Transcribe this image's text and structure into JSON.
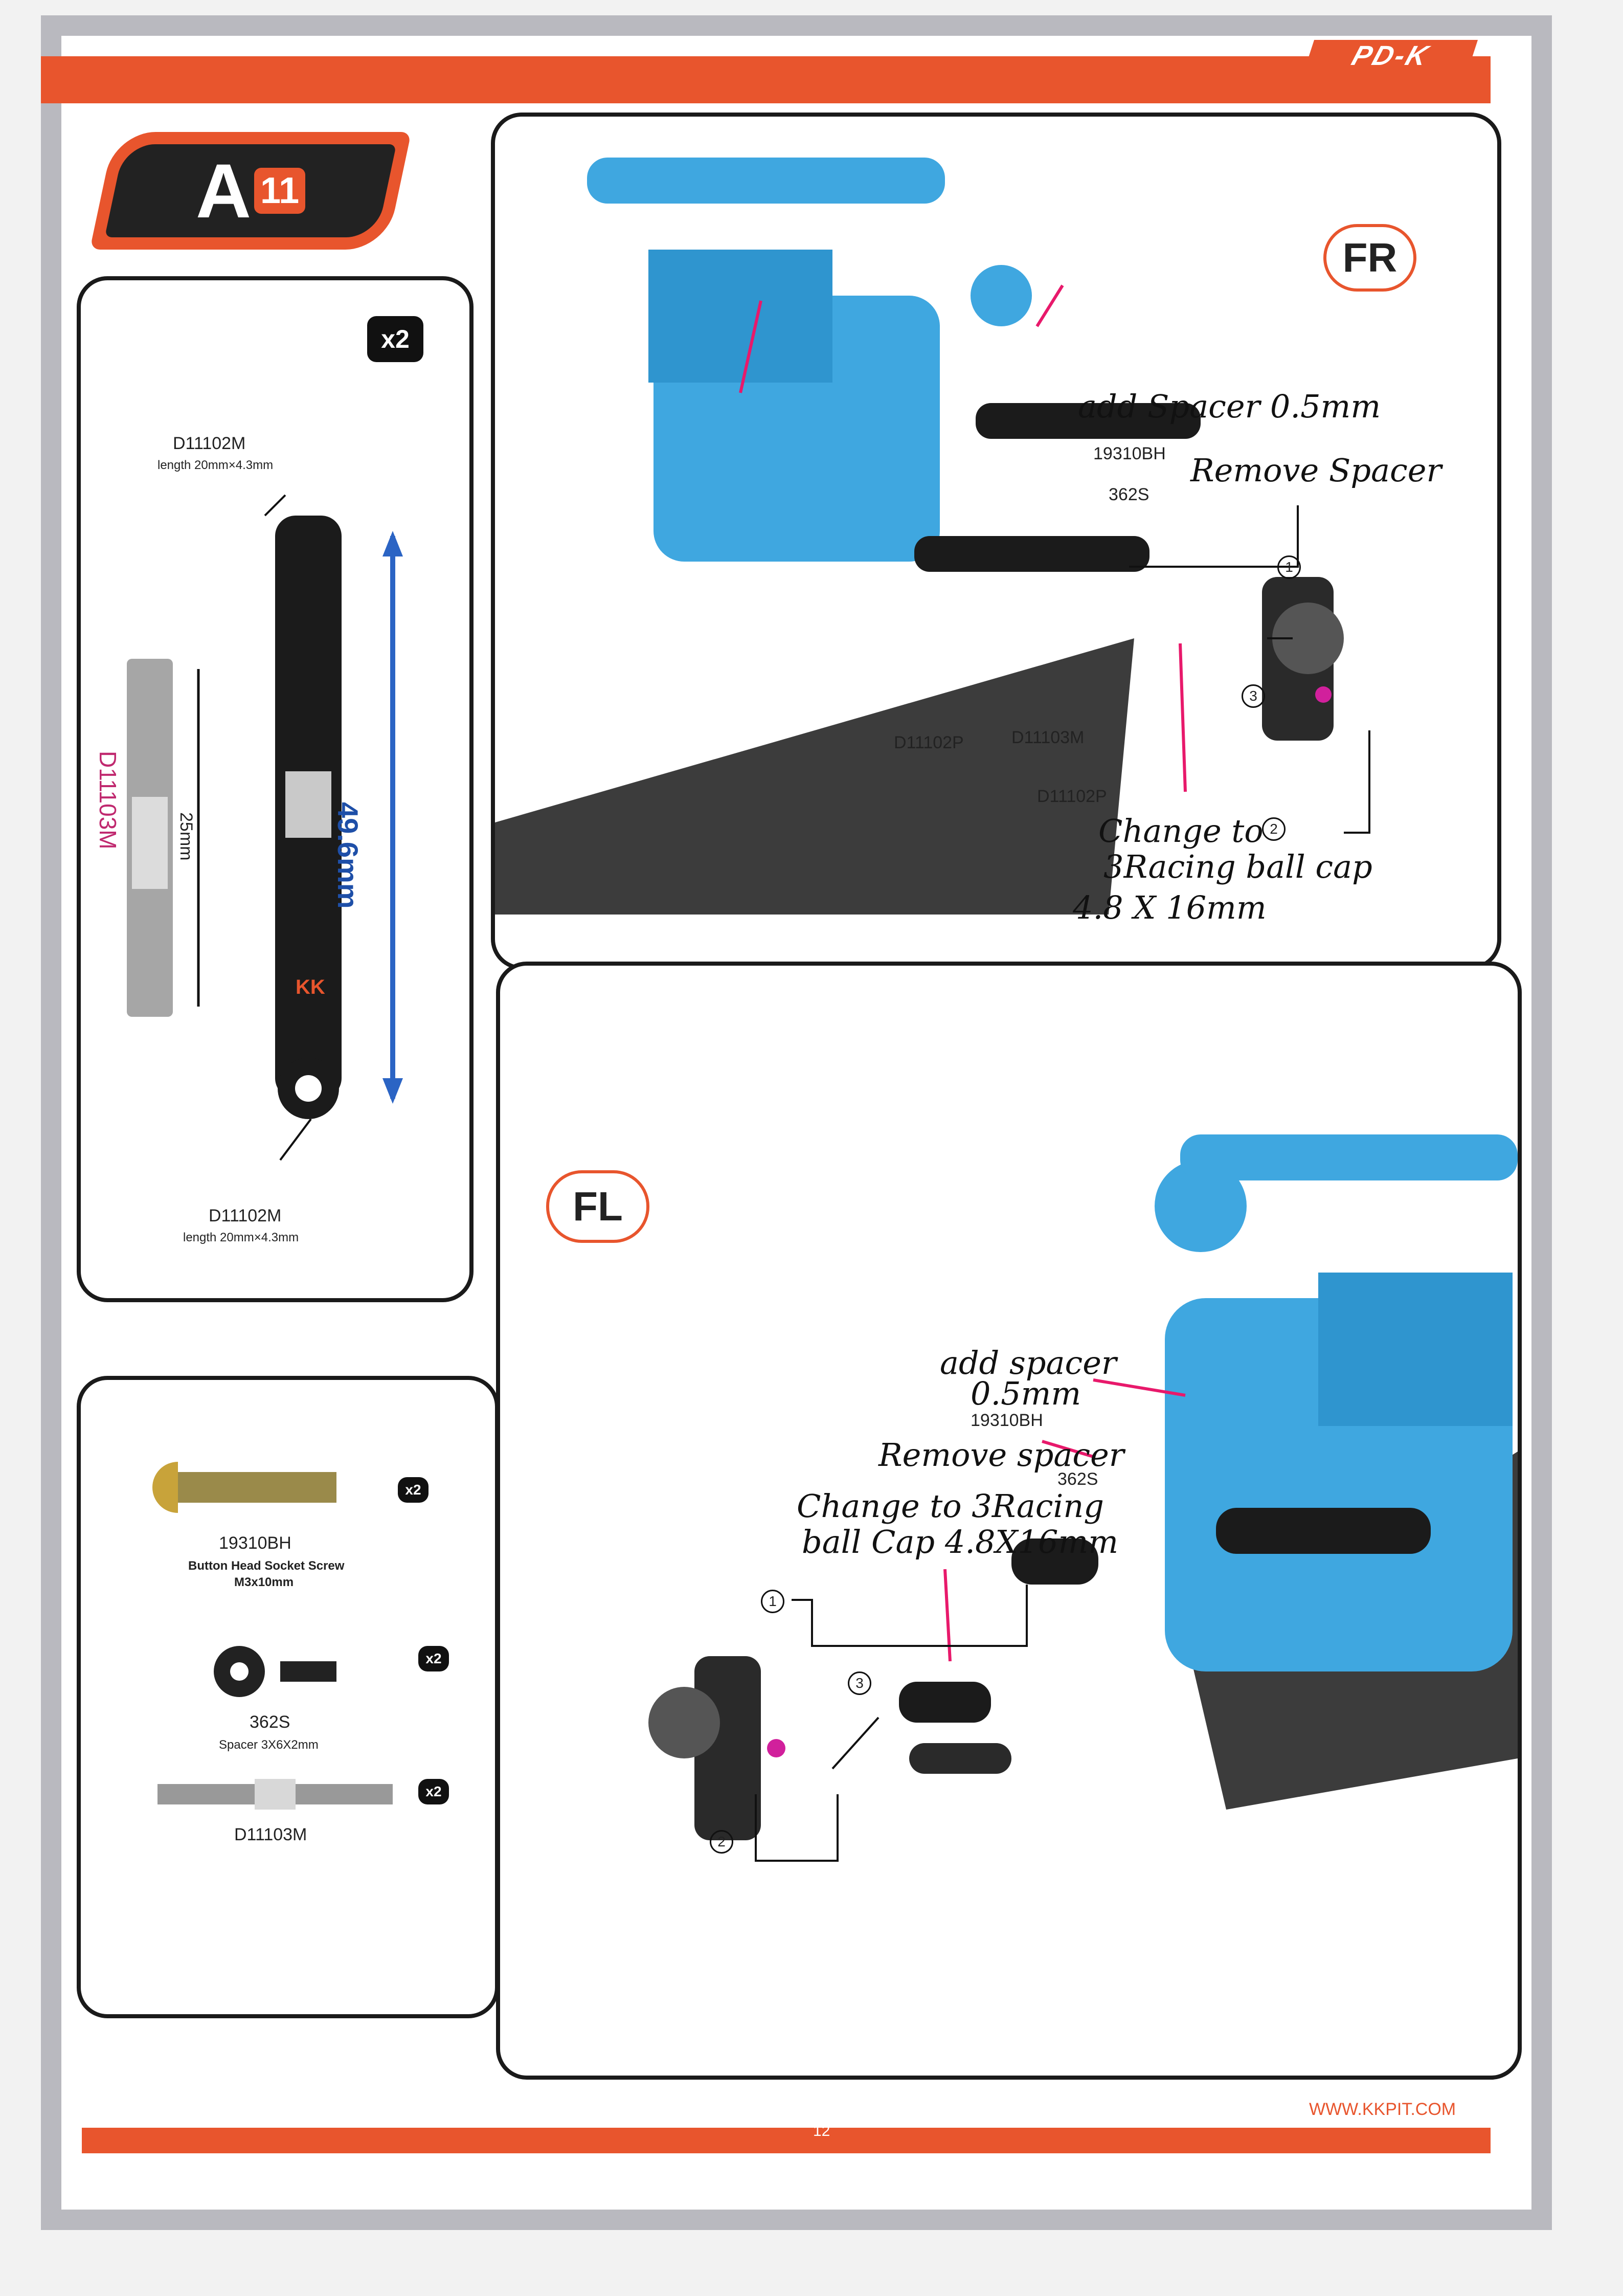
{
  "header": {
    "brand": "PD-K",
    "step_badge": "A",
    "step_number": "11"
  },
  "rod_panel": {
    "qty": "x2",
    "top_part": "D11102M",
    "top_note": "length 20mm×4.3mm",
    "bottom_part": "D11102M",
    "bottom_note": "length 20mm×4.3mm",
    "turnbuckle": "D11103M",
    "turnbuckle_len": "25mm",
    "total_len": "49.6mm",
    "logo": "KK"
  },
  "parts_panel": {
    "items": [
      {
        "part": "19310BH",
        "desc1": "Button Head Socket Screw",
        "desc2": "M3x10mm",
        "qty": "x2"
      },
      {
        "part": "362S",
        "desc1": "Spacer  3X6X2mm",
        "qty": "x2"
      },
      {
        "part": "D11103M",
        "qty": "x2"
      }
    ]
  },
  "fr_panel": {
    "tag": "FR",
    "labels": [
      "19310BH",
      "362S",
      "D11102P",
      "D11103M",
      "D11102P"
    ],
    "notes": {
      "add": "add Spacer 0.5mm",
      "remove": "Remove Spacer",
      "change1": "Change to",
      "change2": "3Racing ball cap",
      "change3": "4.8 X 16mm"
    },
    "markers": [
      "1",
      "2",
      "3"
    ]
  },
  "fl_panel": {
    "tag": "FL",
    "labels": [
      "19310BH",
      "362S"
    ],
    "notes": {
      "add1": "add spacer",
      "add2": "0.5mm",
      "remove": "Remove spacer",
      "change1": "Change to 3Racing",
      "change2": "ball Cap 4.8X16mm"
    },
    "markers": [
      "1",
      "2",
      "3"
    ]
  },
  "footer": {
    "page": "12",
    "site": "WWW.KKPIT.COM"
  }
}
